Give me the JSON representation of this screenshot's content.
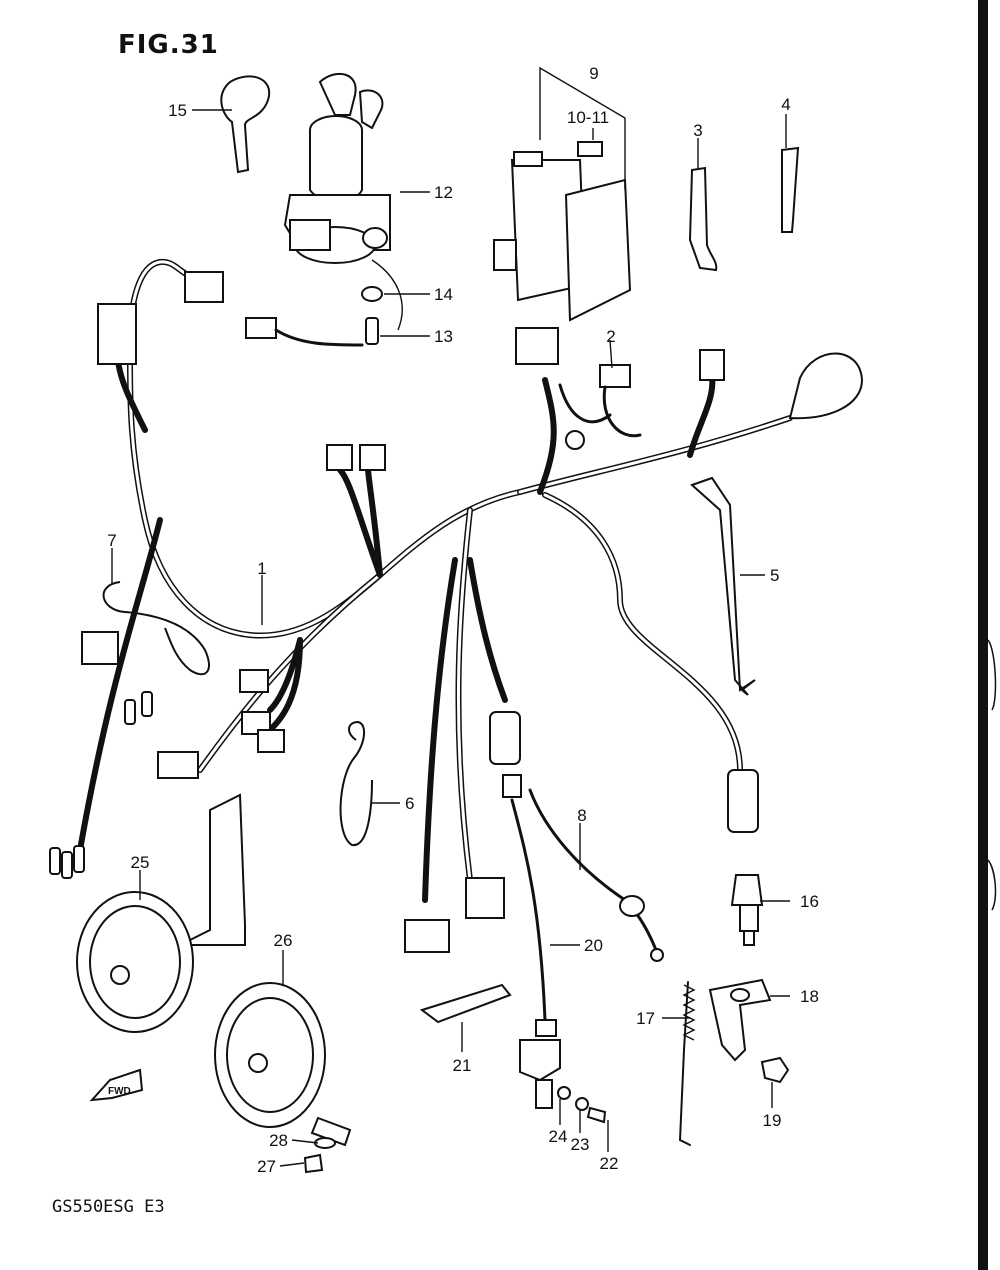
{
  "figure": {
    "title": "FIG.31",
    "model_code": "GS550ESG E3"
  },
  "direction_marker": {
    "text": "FWD"
  },
  "callouts": [
    {
      "label": "1"
    },
    {
      "label": "2"
    },
    {
      "label": "3"
    },
    {
      "label": "4"
    },
    {
      "label": "5"
    },
    {
      "label": "6"
    },
    {
      "label": "7"
    },
    {
      "label": "8"
    },
    {
      "label": "9"
    },
    {
      "label": "10-11"
    },
    {
      "label": "12"
    },
    {
      "label": "13"
    },
    {
      "label": "14"
    },
    {
      "label": "15"
    },
    {
      "label": "16"
    },
    {
      "label": "17"
    },
    {
      "label": "18"
    },
    {
      "label": "19"
    },
    {
      "label": "20"
    },
    {
      "label": "21"
    },
    {
      "label": "22"
    },
    {
      "label": "23"
    },
    {
      "label": "24"
    },
    {
      "label": "25"
    },
    {
      "label": "26"
    },
    {
      "label": "27"
    },
    {
      "label": "28"
    }
  ]
}
